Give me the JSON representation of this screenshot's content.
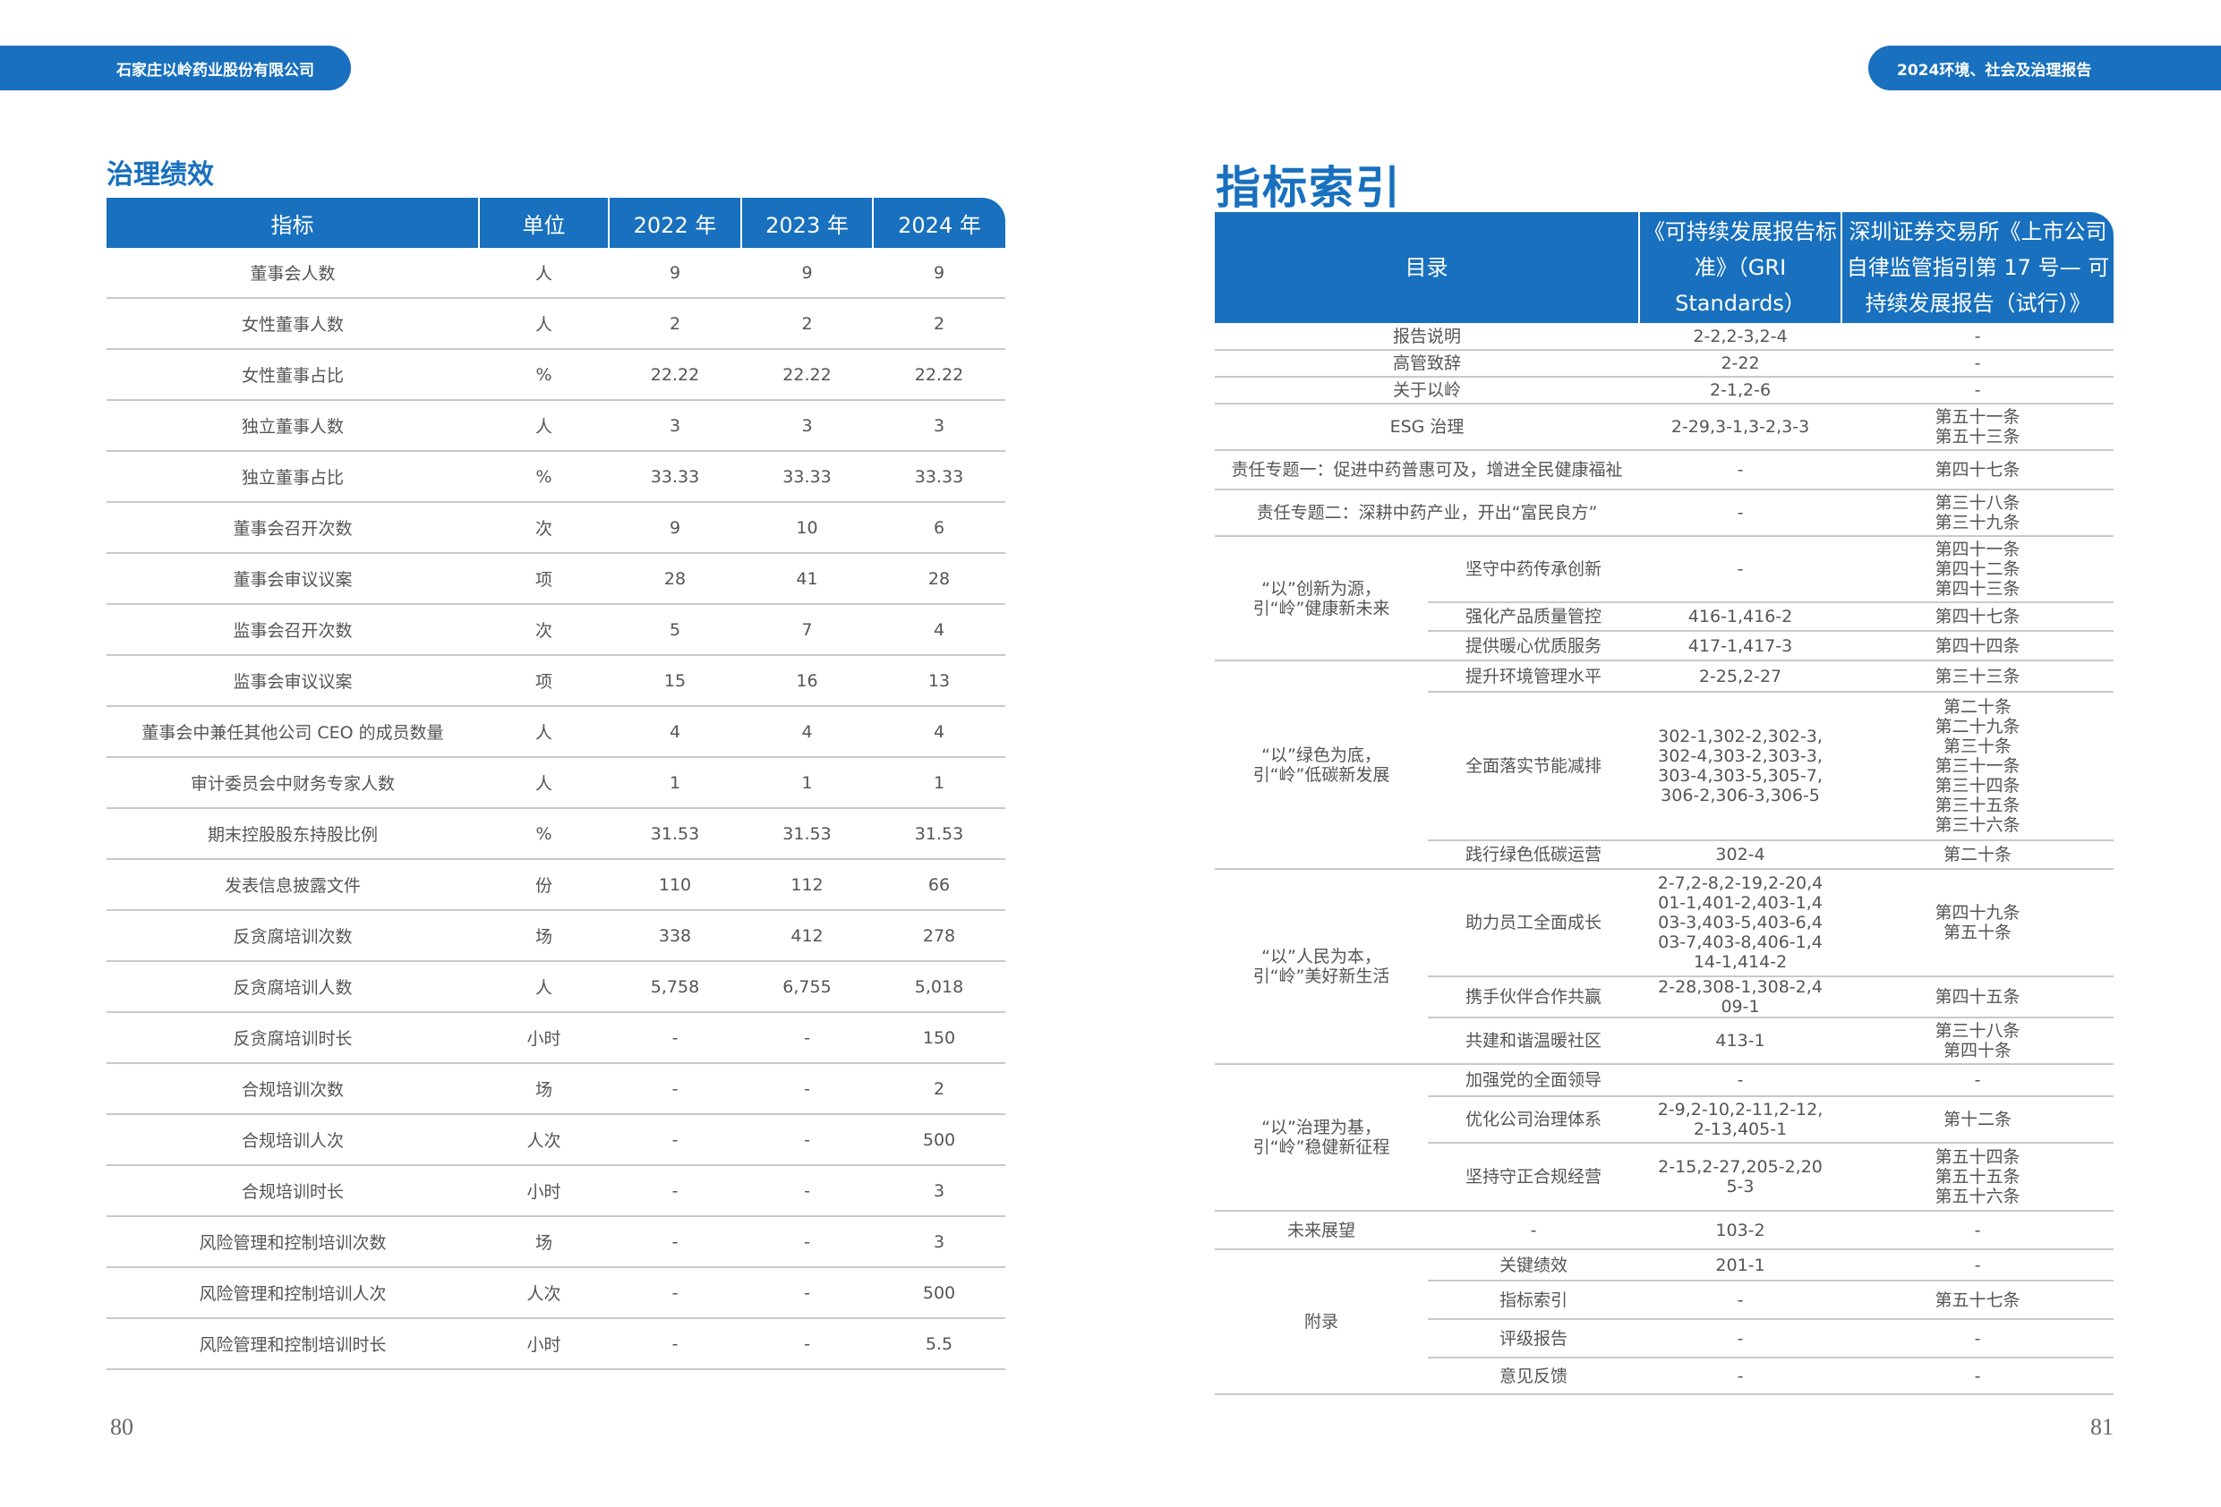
{
  "header": {
    "company": "石家庄以岭药业股份有限公司",
    "report": "2024环境、社会及治理报告"
  },
  "left": {
    "title": "治理绩效",
    "columns": [
      "指标",
      "单位",
      "2022 年",
      "2023 年",
      "2024 年"
    ],
    "rows": [
      [
        "董事会人数",
        "人",
        "9",
        "9",
        "9"
      ],
      [
        "女性董事人数",
        "人",
        "2",
        "2",
        "2"
      ],
      [
        "女性董事占比",
        "%",
        "22.22",
        "22.22",
        "22.22"
      ],
      [
        "独立董事人数",
        "人",
        "3",
        "3",
        "3"
      ],
      [
        "独立董事占比",
        "%",
        "33.33",
        "33.33",
        "33.33"
      ],
      [
        "董事会召开次数",
        "次",
        "9",
        "10",
        "6"
      ],
      [
        "董事会审议议案",
        "项",
        "28",
        "41",
        "28"
      ],
      [
        "监事会召开次数",
        "次",
        "5",
        "7",
        "4"
      ],
      [
        "监事会审议议案",
        "项",
        "15",
        "16",
        "13"
      ],
      [
        "董事会中兼任其他公司 CEO 的成员数量",
        "人",
        "4",
        "4",
        "4"
      ],
      [
        "审计委员会中财务专家人数",
        "人",
        "1",
        "1",
        "1"
      ],
      [
        "期末控股股东持股比例",
        "%",
        "31.53",
        "31.53",
        "31.53"
      ],
      [
        "发表信息披露文件",
        "份",
        "110",
        "112",
        "66"
      ],
      [
        "反贪腐培训次数",
        "场",
        "338",
        "412",
        "278"
      ],
      [
        "反贪腐培训人数",
        "人",
        "5,758",
        "6,755",
        "5,018"
      ],
      [
        "反贪腐培训时长",
        "小时",
        "-",
        "-",
        "150"
      ],
      [
        "合规培训次数",
        "场",
        "-",
        "-",
        "2"
      ],
      [
        "合规培训人次",
        "人次",
        "-",
        "-",
        "500"
      ],
      [
        "合规培训时长",
        "小时",
        "-",
        "-",
        "3"
      ],
      [
        "风险管理和控制培训次数",
        "场",
        "-",
        "-",
        "3"
      ],
      [
        "风险管理和控制培训人次",
        "人次",
        "-",
        "-",
        "500"
      ],
      [
        "风险管理和控制培训时长",
        "小时",
        "-",
        "-",
        "5.5"
      ]
    ],
    "page_number": "80"
  },
  "right": {
    "title": "指标索引",
    "columns": [
      "目录",
      "《可持续发展报告标准》（GRI Standards）",
      "深圳证券交易所《上市公司自律监管指引第 17 号— 可持续发展报告（试行）》"
    ],
    "rows": [
      [
        {
          "t": "报告说明",
          "cs": 2
        },
        {
          "t": "2-2,2-3,2-4"
        },
        {
          "t": "-"
        }
      ],
      [
        {
          "t": "高管致辞",
          "cs": 2
        },
        {
          "t": "2-22"
        },
        {
          "t": "-"
        }
      ],
      [
        {
          "t": "关于以岭",
          "cs": 2
        },
        {
          "t": "2-1,2-6"
        },
        {
          "t": "-"
        }
      ],
      [
        {
          "t": "ESG 治理",
          "cs": 2
        },
        {
          "t": "2-29,3-1,3-2,3-3"
        },
        {
          "t": "第五十一条\n第五十三条"
        }
      ],
      [
        {
          "t": "责任专题一：促进中药普惠可及，增进全民健康福祉",
          "cs": 2
        },
        {
          "t": "-"
        },
        {
          "t": "第四十七条"
        }
      ],
      [
        {
          "t": "责任专题二：深耕中药产业，开出“富民良方”",
          "cs": 2
        },
        {
          "t": "-"
        },
        {
          "t": "第三十八条\n第三十九条"
        }
      ],
      [
        {
          "t": "“以”创新为源，\n引“岭”健康新未来",
          "rs": 3
        },
        {
          "t": "坚守中药传承创新"
        },
        {
          "t": "-"
        },
        {
          "t": "第四十一条\n第四十二条\n第四十三条"
        }
      ],
      [
        {
          "t": "强化产品质量管控"
        },
        {
          "t": "416-1,416-2"
        },
        {
          "t": "第四十七条"
        }
      ],
      [
        {
          "t": "提供暖心优质服务"
        },
        {
          "t": "417-1,417-3"
        },
        {
          "t": "第四十四条"
        }
      ],
      [
        {
          "t": "“以”绿色为底，\n引“岭”低碳新发展",
          "rs": 3
        },
        {
          "t": "提升环境管理水平"
        },
        {
          "t": "2-25,2-27"
        },
        {
          "t": "第三十三条"
        }
      ],
      [
        {
          "t": "全面落实节能减排"
        },
        {
          "t": "302-1,302-2,302-3,302-4,303-2,303-3,303-4,303-5,305-7,306-2,306-3,306-5"
        },
        {
          "t": "第二十条\n第二十九条\n第三十条\n第三十一条\n第三十四条\n第三十五条\n第三十六条"
        }
      ],
      [
        {
          "t": "践行绿色低碳运营"
        },
        {
          "t": "302-4"
        },
        {
          "t": "第二十条"
        }
      ],
      [
        {
          "t": "“以”人民为本，\n引“岭”美好新生活",
          "rs": 3
        },
        {
          "t": "助力员工全面成长"
        },
        {
          "t": "2-7,2-8,2-19,2-20,401-1,401-2,403-1,403-3,403-5,403-6,403-7,403-8,406-1,414-1,414-2"
        },
        {
          "t": "第四十九条\n第五十条"
        }
      ],
      [
        {
          "t": "携手伙伴合作共赢"
        },
        {
          "t": "2-28,308-1,308-2,409-1"
        },
        {
          "t": "第四十五条"
        }
      ],
      [
        {
          "t": "共建和谐温暖社区"
        },
        {
          "t": "413-1"
        },
        {
          "t": "第三十八条\n第四十条"
        }
      ],
      [
        {
          "t": "“以”治理为基，\n引“岭”稳健新征程",
          "rs": 3
        },
        {
          "t": "加强党的全面领导"
        },
        {
          "t": "-"
        },
        {
          "t": "-"
        }
      ],
      [
        {
          "t": "优化公司治理体系"
        },
        {
          "t": "2-9,2-10,2-11,2-12,2-13,405-1"
        },
        {
          "t": "第十二条"
        }
      ],
      [
        {
          "t": "坚持守正合规经营"
        },
        {
          "t": "2-15,2-27,205-2,205-3"
        },
        {
          "t": "第五十四条\n第五十五条\n第五十六条"
        }
      ],
      [
        {
          "t": "未来展望"
        },
        {
          "t": "-"
        },
        {
          "t": "103-2"
        },
        {
          "t": "-"
        }
      ],
      [
        {
          "t": "附录",
          "rs": 4
        },
        {
          "t": "关键绩效"
        },
        {
          "t": "201-1"
        },
        {
          "t": "-"
        }
      ],
      [
        {
          "t": "指标索引"
        },
        {
          "t": "-"
        },
        {
          "t": "第五十七条"
        }
      ],
      [
        {
          "t": "评级报告"
        },
        {
          "t": "-"
        },
        {
          "t": "-"
        }
      ],
      [
        {
          "t": "意见反馈"
        },
        {
          "t": "-"
        },
        {
          "t": "-"
        }
      ]
    ],
    "page_number": "81"
  }
}
